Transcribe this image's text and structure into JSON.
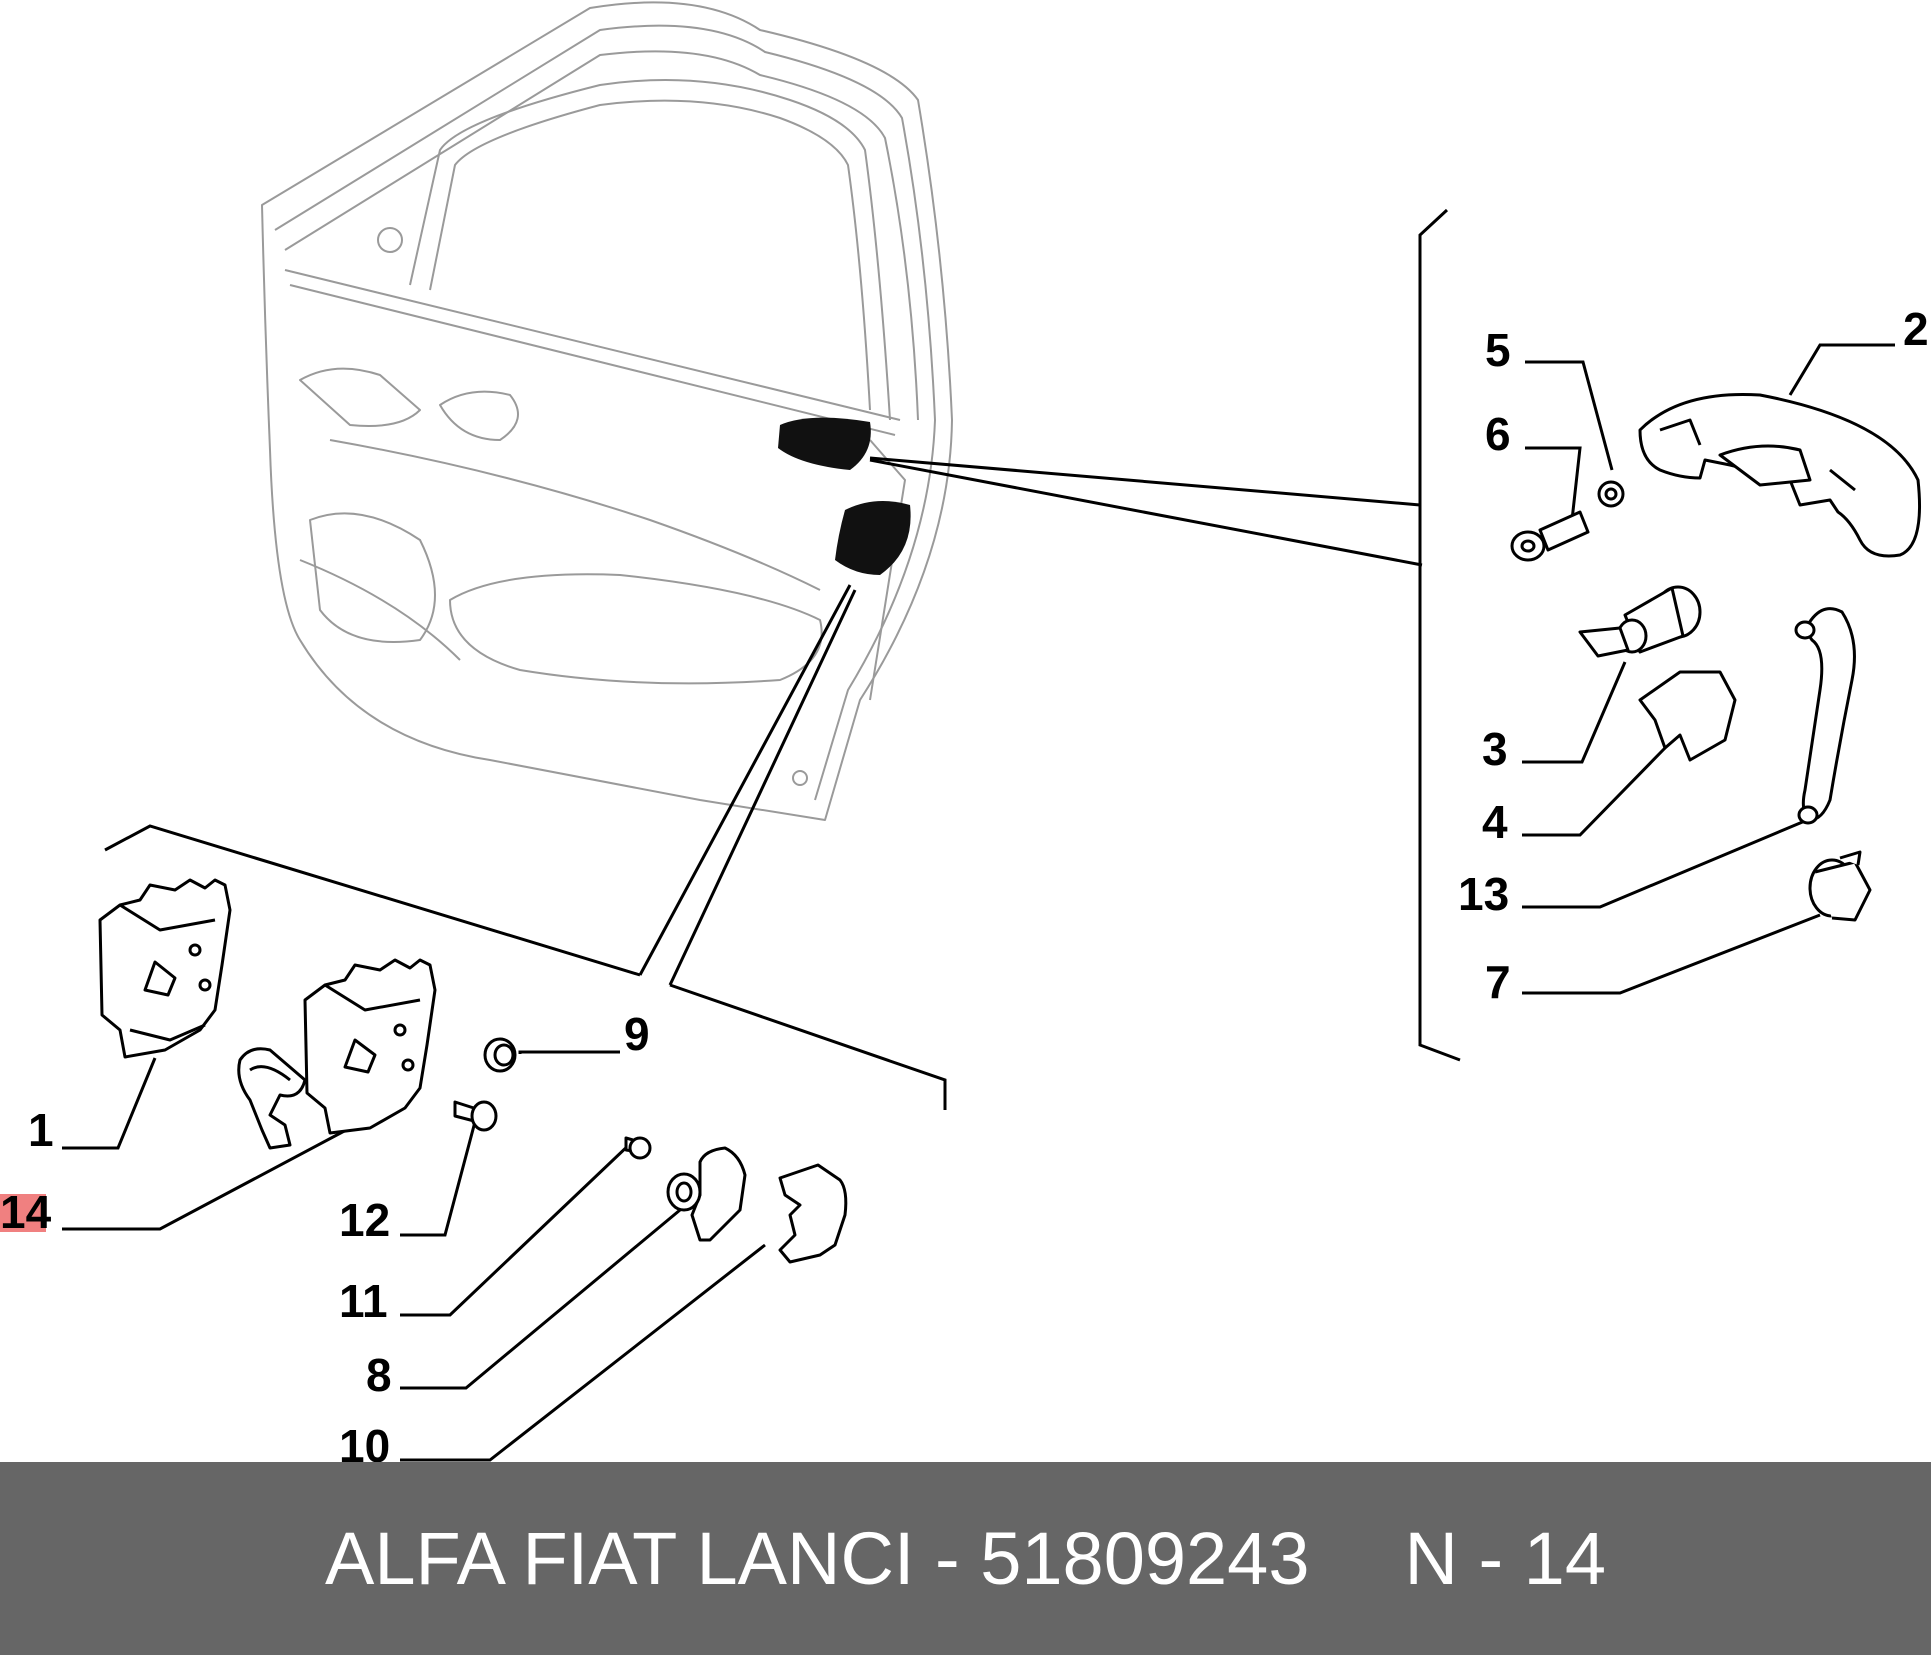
{
  "diagram": {
    "callouts": [
      "1",
      "2",
      "3",
      "4",
      "5",
      "6",
      "7",
      "8",
      "9",
      "10",
      "11",
      "12",
      "13",
      "14"
    ],
    "highlighted_callout": "14",
    "highlight_color": "#f08080",
    "line_color": "#000000",
    "door_outline_color": "#9a9a9a"
  },
  "footer": {
    "background": "#666666",
    "brand_label": "ALFA FIAT LANCI - 51809243",
    "ref_label": "N - 14"
  }
}
